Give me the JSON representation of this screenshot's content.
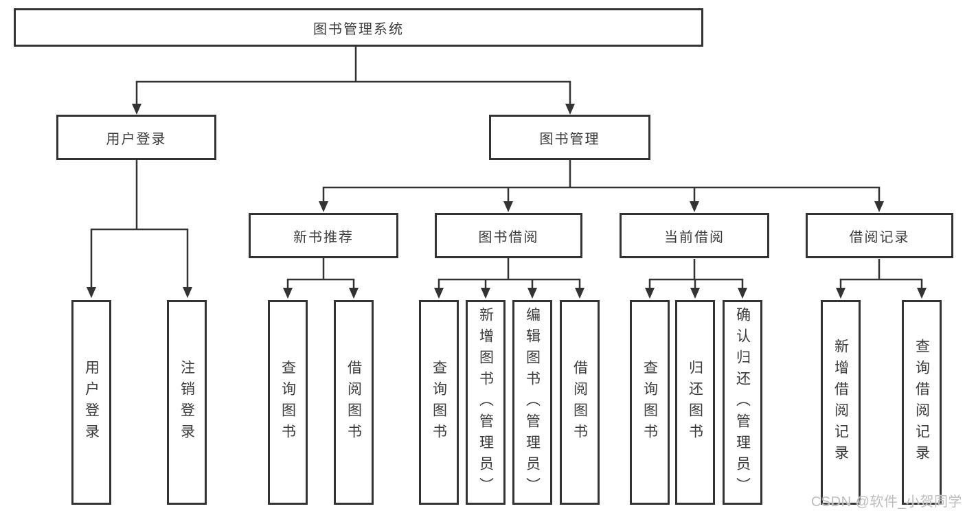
{
  "tree": {
    "root": {
      "label": "图书管理系统",
      "children": [
        {
          "label": "用户登录",
          "children": [
            {
              "label": "用户登录"
            },
            {
              "label": "注销登录"
            }
          ]
        },
        {
          "label": "图书管理",
          "children": [
            {
              "label": "新书推荐",
              "children": [
                {
                  "label": "查询图书"
                },
                {
                  "label": "借阅图书"
                }
              ]
            },
            {
              "label": "图书借阅",
              "children": [
                {
                  "label": "查询图书"
                },
                {
                  "label": "新增图书（管理员）"
                },
                {
                  "label": "编辑图书（管理员）"
                },
                {
                  "label": "借阅图书"
                }
              ]
            },
            {
              "label": "当前借阅",
              "children": [
                {
                  "label": "查询图书"
                },
                {
                  "label": "归还图书"
                },
                {
                  "label": "确认归还（管理员）"
                }
              ]
            },
            {
              "label": "借阅记录",
              "children": [
                {
                  "label": "新增借阅记录"
                },
                {
                  "label": "查询借阅记录"
                }
              ]
            }
          ]
        }
      ]
    }
  },
  "watermark": {
    "text": "CSDN @软件_小贺同学"
  },
  "colors": {
    "line": "#333333",
    "text": "#3a3a3a",
    "box_fill": "#ffffff",
    "watermark": "#bdbdbd"
  }
}
